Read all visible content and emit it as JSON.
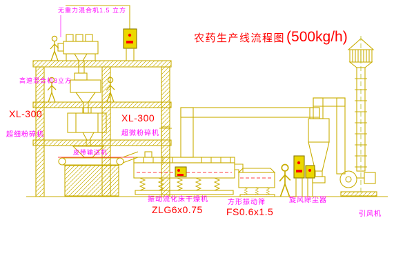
{
  "title": {
    "text": "农药生产线流程图",
    "capacity": "(500kg/h)"
  },
  "labels": {
    "mixer_top": "无重力混合机1.5 立方",
    "mixer_high_speed": "高速混合机3立方",
    "mill_left_model": "XL-300",
    "mill_left_name": "超细粉碎机",
    "mill_mid_model": "XL-300",
    "mill_mid_name": "超微粉碎机",
    "belt_conveyor": "皮带输送机",
    "dryer_name": "振动流化床干燥机",
    "dryer_model": "ZLG6x0.75",
    "sieve_name": "方形振动筛",
    "sieve_model": "FS0.6x1.5",
    "cyclone_name": "旋风除尘器",
    "fan_name": "引风机"
  },
  "colors": {
    "equipment_line": "#c9ad00",
    "label_text": "#ff00ff",
    "model_text": "#ff0000",
    "panel_fill": "#ecd800",
    "background": "#ffffff"
  }
}
